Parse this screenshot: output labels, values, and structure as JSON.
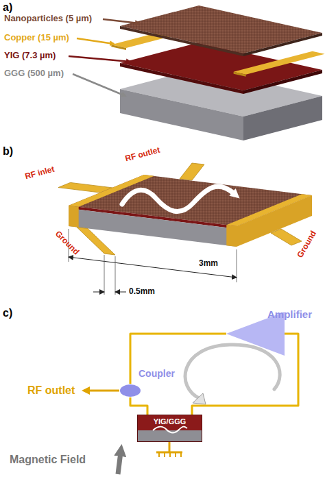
{
  "diagram": {
    "nodes": [
      {
        "text": [
          "Amplifier"
        ]
      },
      {
        "text": [
          "Coupler"
        ]
      },
      {
        "text": [
          "YIG/GGG"
        ]
      }
    ],
    "edges": [
      {
        "from": 0,
        "to": 1,
        "arrow": "none"
      },
      {
        "from": 1,
        "to": 2,
        "arrow": "none"
      },
      {
        "from": 2,
        "to": 0,
        "arrow": "none"
      }
    ],
    "labels": [
      "a)",
      "Nanoparticles (5 µm)",
      "Copper (15 µm)",
      "YIG (7.3 µm)",
      "GGG (500 µm)",
      "b)",
      "RF inlet",
      "RF outlet",
      "Ground",
      "Ground",
      "3mm",
      "0.5mm",
      "c)",
      "RF outlet",
      "Magnetic Field"
    ]
  }
}
